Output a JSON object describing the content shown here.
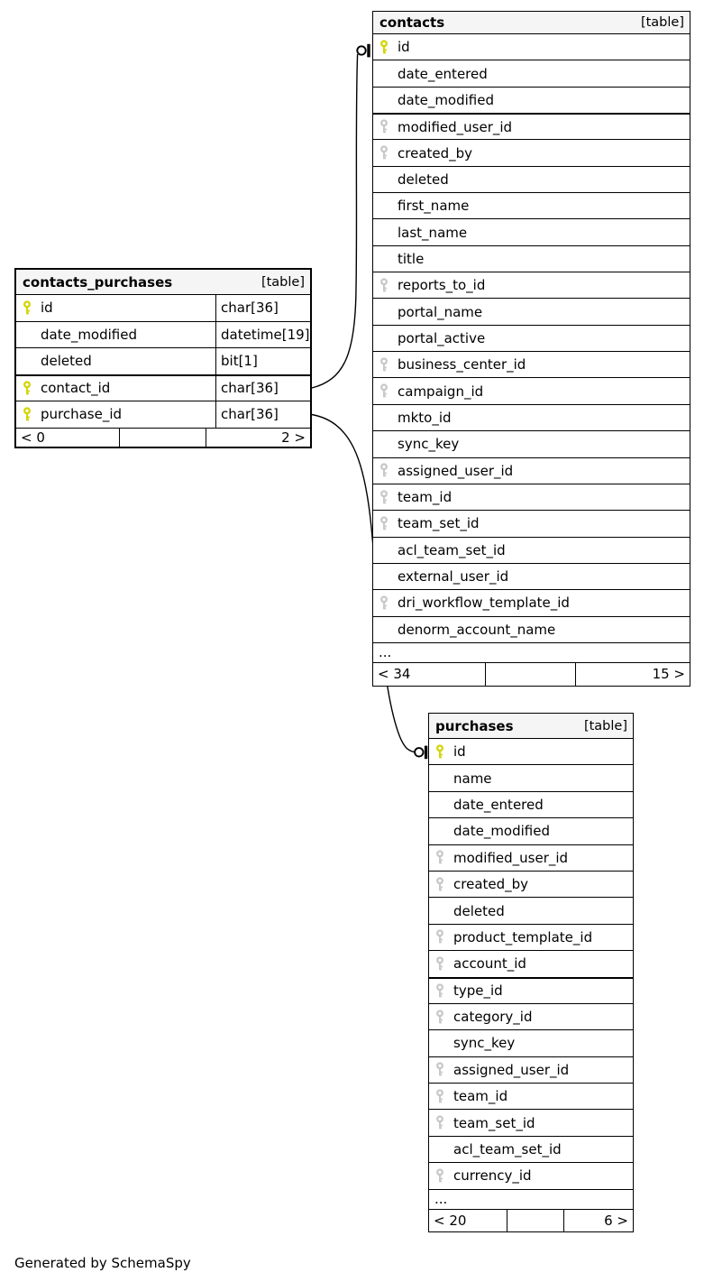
{
  "credit": "Generated by SchemaSpy",
  "colors": {
    "primary_key": "#d4d404",
    "foreign_key": "#c8c8c8",
    "table_header_bg": "#f5f5f5",
    "edge": "#000000"
  },
  "tables": {
    "contacts": {
      "title": "contacts",
      "badge": "[table]",
      "columns": [
        {
          "name": "id",
          "key": "primary"
        },
        {
          "name": "date_entered"
        },
        {
          "name": "date_modified"
        },
        {
          "name": "modified_user_id",
          "key": "foreign"
        },
        {
          "name": "created_by",
          "key": "foreign"
        },
        {
          "name": "deleted"
        },
        {
          "name": "first_name"
        },
        {
          "name": "last_name"
        },
        {
          "name": "title"
        },
        {
          "name": "reports_to_id",
          "key": "foreign"
        },
        {
          "name": "portal_name"
        },
        {
          "name": "portal_active"
        },
        {
          "name": "business_center_id",
          "key": "foreign"
        },
        {
          "name": "campaign_id",
          "key": "foreign"
        },
        {
          "name": "mkto_id"
        },
        {
          "name": "sync_key"
        },
        {
          "name": "assigned_user_id",
          "key": "foreign"
        },
        {
          "name": "team_id",
          "key": "foreign"
        },
        {
          "name": "team_set_id",
          "key": "foreign"
        },
        {
          "name": "acl_team_set_id"
        },
        {
          "name": "external_user_id"
        },
        {
          "name": "dri_workflow_template_id",
          "key": "foreign"
        },
        {
          "name": "denorm_account_name"
        },
        {
          "name": "...",
          "ellipsis": true
        }
      ],
      "footer": {
        "left": "< 34",
        "middle": "",
        "right": "15 >"
      }
    },
    "contacts_purchases": {
      "title": "contacts_purchases",
      "badge": "[table]",
      "columns": [
        {
          "name": "id",
          "key": "primary",
          "type": "char[36]"
        },
        {
          "name": "date_modified",
          "type": "datetime[19]"
        },
        {
          "name": "deleted",
          "type": "bit[1]"
        },
        {
          "name": "contact_id",
          "key": "primary",
          "type": "char[36]"
        },
        {
          "name": "purchase_id",
          "key": "primary",
          "type": "char[36]"
        }
      ],
      "footer": {
        "left": "< 0",
        "middle": "",
        "right": "2 >"
      }
    },
    "purchases": {
      "title": "purchases",
      "badge": "[table]",
      "columns": [
        {
          "name": "id",
          "key": "primary"
        },
        {
          "name": "name"
        },
        {
          "name": "date_entered"
        },
        {
          "name": "date_modified"
        },
        {
          "name": "modified_user_id",
          "key": "foreign"
        },
        {
          "name": "created_by",
          "key": "foreign"
        },
        {
          "name": "deleted"
        },
        {
          "name": "product_template_id",
          "key": "foreign"
        },
        {
          "name": "account_id",
          "key": "foreign"
        },
        {
          "name": "type_id",
          "key": "foreign"
        },
        {
          "name": "category_id",
          "key": "foreign"
        },
        {
          "name": "sync_key"
        },
        {
          "name": "assigned_user_id",
          "key": "foreign"
        },
        {
          "name": "team_id",
          "key": "foreign"
        },
        {
          "name": "team_set_id",
          "key": "foreign"
        },
        {
          "name": "acl_team_set_id"
        },
        {
          "name": "currency_id",
          "key": "foreign"
        },
        {
          "name": "...",
          "ellipsis": true
        }
      ],
      "footer": {
        "left": "< 20",
        "middle": "",
        "right": "6 >"
      }
    }
  },
  "relationships": [
    {
      "from": "contacts_purchases.contact_id",
      "to": "contacts.id"
    },
    {
      "from": "contacts_purchases.purchase_id",
      "to": "purchases.id"
    }
  ]
}
